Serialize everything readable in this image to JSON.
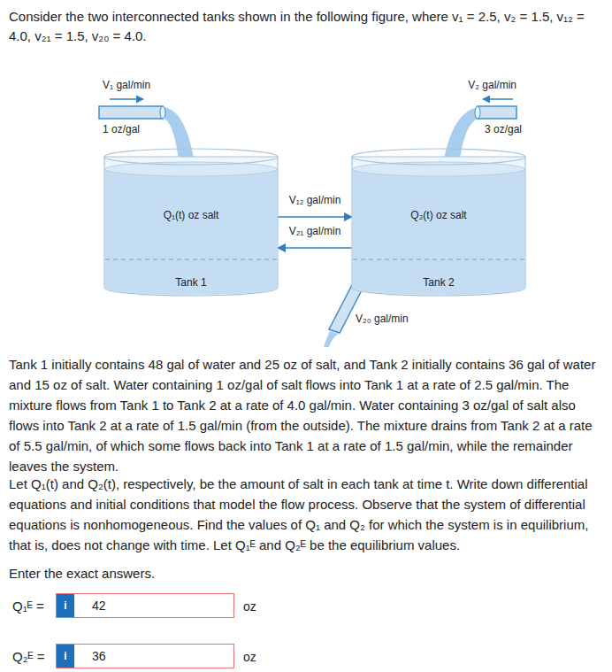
{
  "diagram": {
    "nodes": [
      {
        "text": [
          "Q₁(t) oz salt",
          "Tank 1"
        ]
      },
      {
        "text": [
          "Q₂(t) oz salt",
          "Tank 2"
        ]
      },
      {
        "text": [
          "42"
        ]
      },
      {
        "text": [
          "i"
        ],
        "in": 2
      },
      {
        "text": [
          "36"
        ]
      },
      {
        "text": [
          "i"
        ],
        "in": 4
      }
    ],
    "edges": [
      {
        "from": 0,
        "to": 1,
        "arrow": "to",
        "label": "V₁₂ gal/min"
      },
      {
        "from": 1,
        "to": 0,
        "arrow": "to",
        "label": "V₂₁ gal/min"
      }
    ],
    "labels": [
      "Consider the two interconnected tanks shown in the following figure, where v₁ = 2.5, v₂ = 1.5, v₁₂ = 4.0, v₂₁ = 1.5, v₂₀ = 4.0.",
      "V₁ gal/min",
      "V₂ gal/min",
      "1 oz/gal",
      "3 oz/gal",
      "V₂₀ gal/min",
      "Tank 1 initially contains 48 gal of water and 25 oz of salt, and Tank 2 initially contains 36 gal of water and 15 oz of salt. Water containing 1 oz/gal of salt flows into Tank 1 at a rate of 2.5 gal/min. The mixture flows from Tank 1 to Tank 2 at a rate of 4.0 gal/min. Water containing 3 oz/gal of salt also flows into Tank 2 at a rate of 1.5 gal/min (from the outside). The mixture drains from Tank 2 at a rate of 5.5 gal/min, of which some flows back into Tank 1 at a rate of 1.5 gal/min, while the remainder leaves the system.",
      "Let Q₁(t) and Q₂(t), respectively, be the amount of salt in each tank at time t. Write down differential equations and initial conditions that model the flow process. Observe that the system of differential equations is nonhomogeneous. Find the values of Q₁ and Q₂ for which the system is in equilibrium, that is, does not change with time. Let Q₁ᴱ and Q₂ᴱ be the equilibrium values.",
      "Enter the exact answers.",
      "Q₁ᴱ =",
      "oz",
      "Q₂ᴱ =",
      "oz"
    ]
  }
}
